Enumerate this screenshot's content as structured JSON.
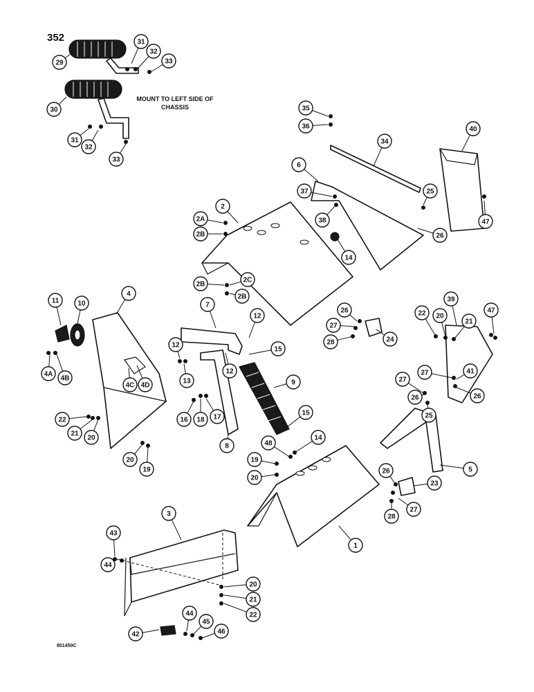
{
  "page": {
    "number": "352",
    "mount_note": "MOUNT TO LEFT SIDE OF CHASSIS",
    "doc_code": "801450C"
  },
  "callouts": [
    {
      "id": "c1",
      "label": "1"
    },
    {
      "id": "c2",
      "label": "2"
    },
    {
      "id": "c2a",
      "label": "2A"
    },
    {
      "id": "c2b1",
      "label": "2B"
    },
    {
      "id": "c2b2",
      "label": "2B"
    },
    {
      "id": "c2b3",
      "label": "2B"
    },
    {
      "id": "c2c",
      "label": "2C"
    },
    {
      "id": "c3",
      "label": "3"
    },
    {
      "id": "c4",
      "label": "4"
    },
    {
      "id": "c4a",
      "label": "4A"
    },
    {
      "id": "c4b",
      "label": "4B"
    },
    {
      "id": "c4c",
      "label": "4C"
    },
    {
      "id": "c4d",
      "label": "4D"
    },
    {
      "id": "c5",
      "label": "5"
    },
    {
      "id": "c6",
      "label": "6"
    },
    {
      "id": "c7",
      "label": "7"
    },
    {
      "id": "c8",
      "label": "8"
    },
    {
      "id": "c9",
      "label": "9"
    },
    {
      "id": "c10",
      "label": "10"
    },
    {
      "id": "c11",
      "label": "11"
    },
    {
      "id": "c12a",
      "label": "12"
    },
    {
      "id": "c12b",
      "label": "12"
    },
    {
      "id": "c12c",
      "label": "12"
    },
    {
      "id": "c13",
      "label": "13"
    },
    {
      "id": "c14a",
      "label": "14"
    },
    {
      "id": "c14b",
      "label": "14"
    },
    {
      "id": "c15a",
      "label": "15"
    },
    {
      "id": "c15b",
      "label": "15"
    },
    {
      "id": "c16",
      "label": "16"
    },
    {
      "id": "c17",
      "label": "17"
    },
    {
      "id": "c18",
      "label": "18"
    },
    {
      "id": "c19a",
      "label": "19"
    },
    {
      "id": "c19b",
      "label": "19"
    },
    {
      "id": "c20a",
      "label": "20"
    },
    {
      "id": "c20b",
      "label": "20"
    },
    {
      "id": "c20c",
      "label": "20"
    },
    {
      "id": "c20d",
      "label": "20"
    },
    {
      "id": "c20e",
      "label": "20"
    },
    {
      "id": "c21a",
      "label": "21"
    },
    {
      "id": "c21b",
      "label": "21"
    },
    {
      "id": "c21c",
      "label": "21"
    },
    {
      "id": "c22a",
      "label": "22"
    },
    {
      "id": "c22b",
      "label": "22"
    },
    {
      "id": "c22c",
      "label": "22"
    },
    {
      "id": "c23",
      "label": "23"
    },
    {
      "id": "c24",
      "label": "24"
    },
    {
      "id": "c25a",
      "label": "25"
    },
    {
      "id": "c25b",
      "label": "25"
    },
    {
      "id": "c26a",
      "label": "26"
    },
    {
      "id": "c26b",
      "label": "26"
    },
    {
      "id": "c26c",
      "label": "26"
    },
    {
      "id": "c26d",
      "label": "26"
    },
    {
      "id": "c26e",
      "label": "26"
    },
    {
      "id": "c27a",
      "label": "27"
    },
    {
      "id": "c27b",
      "label": "27"
    },
    {
      "id": "c27c",
      "label": "27"
    },
    {
      "id": "c27d",
      "label": "27"
    },
    {
      "id": "c28a",
      "label": "28"
    },
    {
      "id": "c28b",
      "label": "28"
    },
    {
      "id": "c29",
      "label": "29"
    },
    {
      "id": "c30",
      "label": "30"
    },
    {
      "id": "c31a",
      "label": "31"
    },
    {
      "id": "c31b",
      "label": "31"
    },
    {
      "id": "c32a",
      "label": "32"
    },
    {
      "id": "c32b",
      "label": "32"
    },
    {
      "id": "c33a",
      "label": "33"
    },
    {
      "id": "c33b",
      "label": "33"
    },
    {
      "id": "c34",
      "label": "34"
    },
    {
      "id": "c35",
      "label": "35"
    },
    {
      "id": "c36",
      "label": "36"
    },
    {
      "id": "c37",
      "label": "37"
    },
    {
      "id": "c38",
      "label": "38"
    },
    {
      "id": "c39",
      "label": "39"
    },
    {
      "id": "c40",
      "label": "40"
    },
    {
      "id": "c41",
      "label": "41"
    },
    {
      "id": "c42",
      "label": "42"
    },
    {
      "id": "c43",
      "label": "43"
    },
    {
      "id": "c44a",
      "label": "44"
    },
    {
      "id": "c44b",
      "label": "44"
    },
    {
      "id": "c45",
      "label": "45"
    },
    {
      "id": "c46",
      "label": "46"
    },
    {
      "id": "c47a",
      "label": "47"
    },
    {
      "id": "c47b",
      "label": "47"
    },
    {
      "id": "c48",
      "label": "48"
    }
  ]
}
